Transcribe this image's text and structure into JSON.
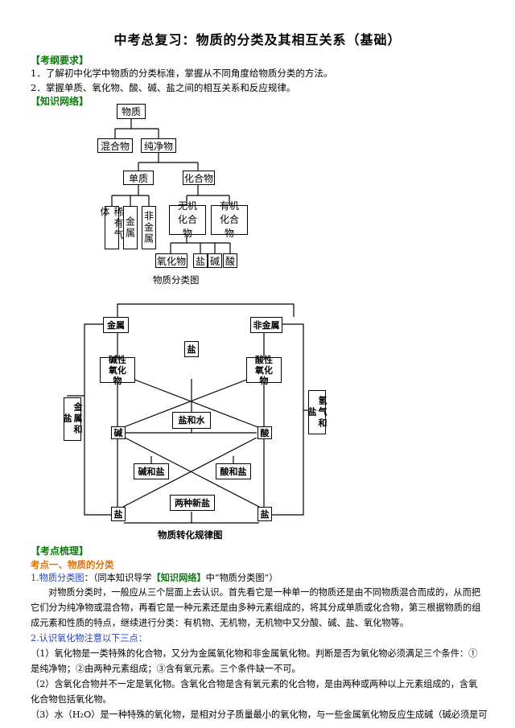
{
  "title": "中考总复习：物质的分类及其相互关系（基础）",
  "exam_req": {
    "heading": "【考纲要求】",
    "items": [
      "1．了解初中化学中物质的分类标准，掌握从不同角度给物质分类的方法。",
      "2．掌握单质、氧化物、酸、碱、盐之间的相互关系和反应规律。"
    ]
  },
  "knowledge_net": {
    "heading": "【知识网络】"
  },
  "tree": {
    "matter": "物质",
    "mixture": "混合物",
    "pure": "纯净物",
    "element": "单质",
    "compound": "化合物",
    "rare_gas": "稀有气体",
    "metal": "金属",
    "nonmetal": "非金属",
    "inorganic": "无机化合物",
    "organic": "有机化合物",
    "oxide": "氧化物",
    "salt": "盐",
    "base": "碱",
    "acid": "酸",
    "caption": "物质分类图"
  },
  "transform": {
    "metal": "金属",
    "nonmetal": "非金属",
    "salt_top": "盐",
    "basic_oxide": "碱性氧化物",
    "acid_oxide": "酸性氧化物",
    "salt_water": "盐和水",
    "base": "碱",
    "acid": "酸",
    "metal_salt": "金属和盐",
    "hydrogen_salt": "氢气和盐",
    "base_salt": "碱和盐",
    "acid_salt": "酸和盐",
    "two_salts": "两种新盐",
    "salt_left": "盐",
    "salt_right": "盐",
    "caption": "物质转化规律图"
  },
  "points": {
    "heading": "【考点梳理】",
    "point1": "考点一、物质的分类",
    "p1_label": "1.物质分类图",
    "p1_rest_a": "：（同本知识导学",
    "p1_net": "【知识网络】",
    "p1_rest_b": "中“物质分类图”）",
    "p1_body": [
      "对物质分类时，一般应从三个层面上去认识。首先看它是一种单一的物质还是由不同物质混合而成的，从而把",
      "它们分为纯净物或混合物，再看它是一种元素还是由多种元素组成的，将其分成单质或化合物，第三根据物质的组",
      "成元素和性质的特点，继续进行分类：有机物、无机物，无机物中又分酸、碱、盐、氧化物等。"
    ],
    "p2_label": "2.认识氧化物注意以下三点：",
    "p2_body": [
      "（1）氧化物是一类特殊的化合物，又分为金属氧化物和非金属氧化物。判断是否为氧化物必须满足三个条件：①",
      "是纯净物；②由两种元素组成；③含有氧元素。三个条件缺一不可。",
      "（2）含氧化合物并不一定是氧化物。含氧化合物是含有氧元素的化合物，是由两种或两种以上元素组成的，含氧",
      "化合物包括氧化物。",
      "（3）水（H₂O）是一种特殊的氧化物，是相对分子质量最小的氧化物，与一些金属氧化物反应生成碱（碱必须是可"
    ]
  }
}
